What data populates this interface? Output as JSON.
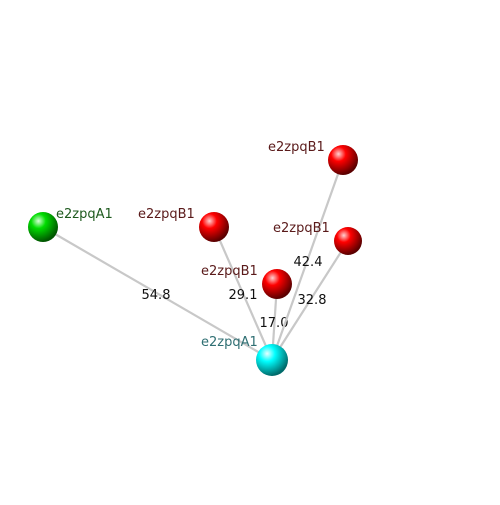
{
  "nodes": [
    {
      "id": "center",
      "label": "e2zpqA1",
      "color": "#00ffff",
      "label_color": "#2f6f73"
    },
    {
      "id": "green",
      "label": "e2zpqA1",
      "color": "#00dd00",
      "label_color": "#1e5a1e"
    },
    {
      "id": "red1",
      "label": "e2zpqB1",
      "color": "#ff0000",
      "label_color": "#5a1a1a"
    },
    {
      "id": "red2",
      "label": "e2zpqB1",
      "color": "#ff0000",
      "label_color": "#5a1a1a"
    },
    {
      "id": "red3",
      "label": "e2zpqB1",
      "color": "#ff0000",
      "label_color": "#5a1a1a"
    },
    {
      "id": "red4",
      "label": "e2zpqB1",
      "color": "#ff0000",
      "label_color": "#5a1a1a"
    }
  ],
  "edges": [
    {
      "from": "center",
      "to": "green",
      "distance": "54.8"
    },
    {
      "from": "center",
      "to": "red1",
      "distance": "29.1"
    },
    {
      "from": "center",
      "to": "red2",
      "distance": "17.0"
    },
    {
      "from": "center",
      "to": "red3",
      "distance": "42.4"
    },
    {
      "from": "center",
      "to": "red4",
      "distance": "32.8"
    }
  ]
}
